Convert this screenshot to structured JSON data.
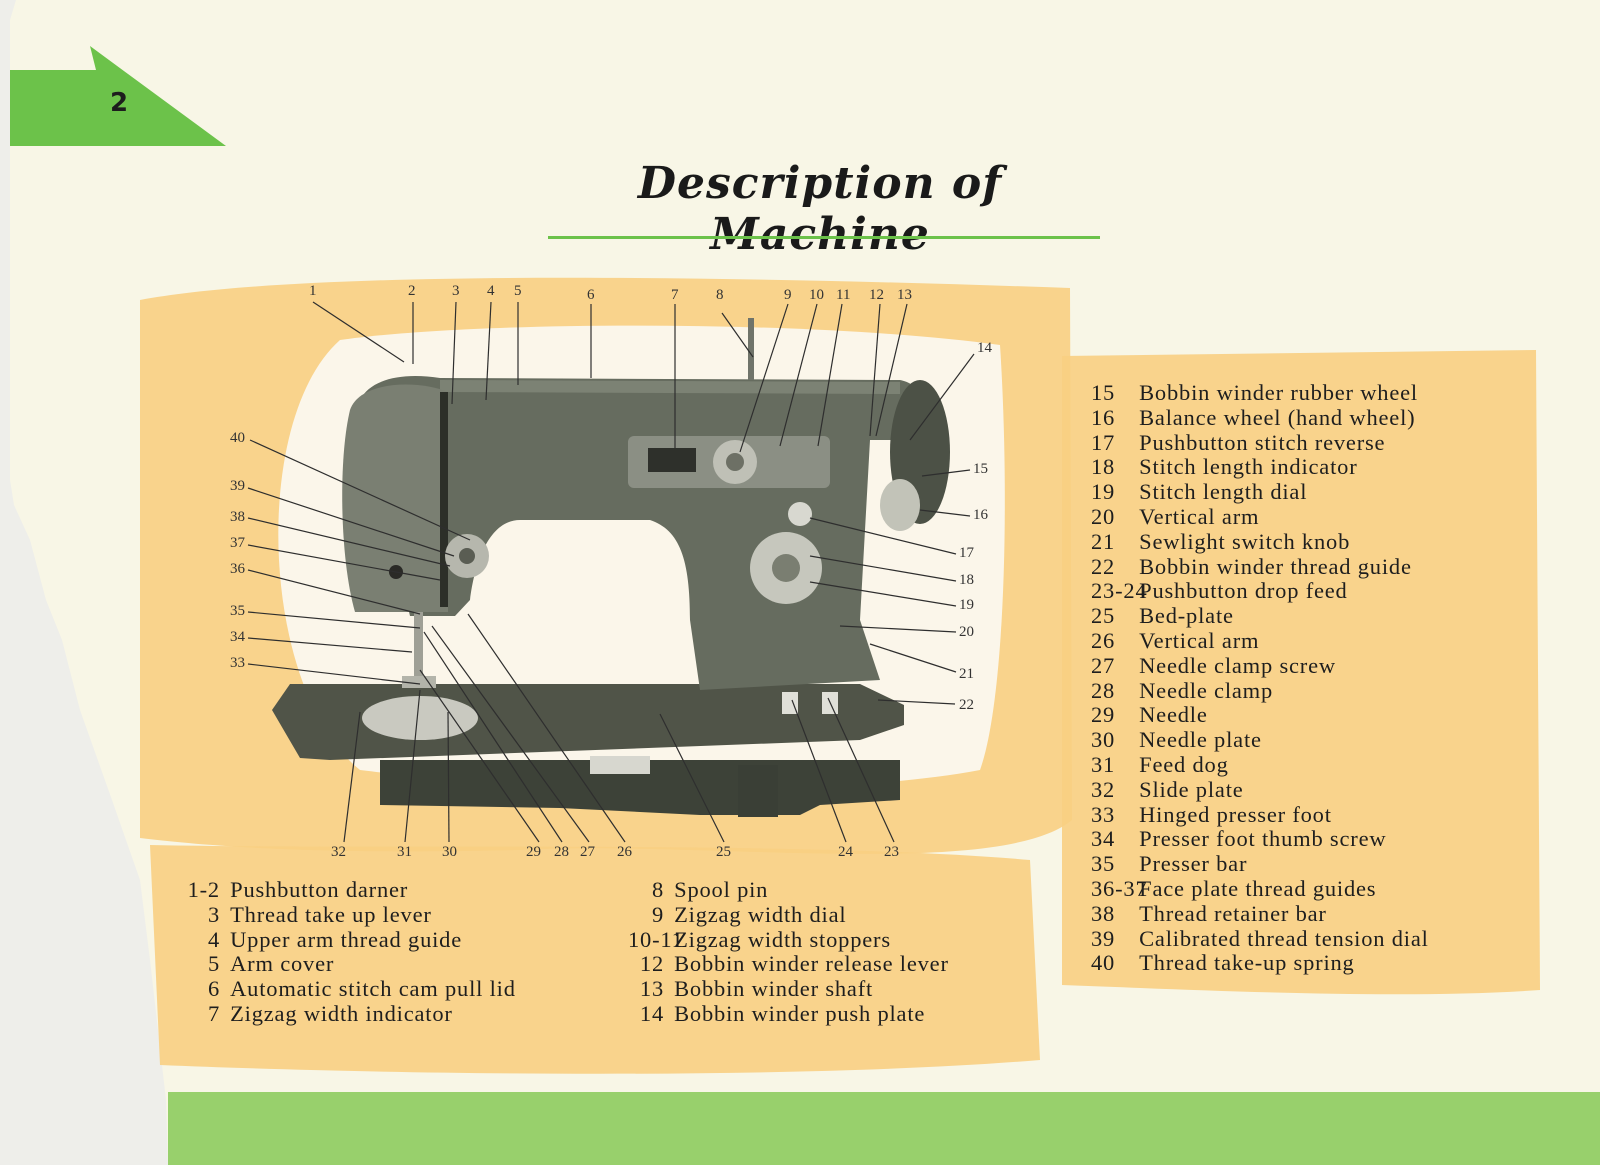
{
  "page": {
    "number": "2",
    "title": "Description of Machine",
    "accent_green": "#6cc24a",
    "wash_yellow": "#f8cf82",
    "paper": "#f8f6e6"
  },
  "figure": {
    "callouts": [
      "1",
      "2",
      "3",
      "4",
      "5",
      "6",
      "7",
      "8",
      "9",
      "10",
      "11",
      "12",
      "13",
      "14",
      "15",
      "16",
      "17",
      "18",
      "19",
      "20",
      "21",
      "22",
      "23",
      "24",
      "25",
      "26",
      "27",
      "28",
      "29",
      "30",
      "31",
      "32",
      "33",
      "34",
      "35",
      "36",
      "37",
      "38",
      "39",
      "40"
    ]
  },
  "legend": {
    "col_a": [
      {
        "num": "1-2",
        "text": "Pushbutton darner"
      },
      {
        "num": "3",
        "text": "Thread take up lever"
      },
      {
        "num": "4",
        "text": "Upper arm thread guide"
      },
      {
        "num": "5",
        "text": "Arm cover"
      },
      {
        "num": "6",
        "text": "Automatic stitch cam pull lid"
      },
      {
        "num": "7",
        "text": "Zigzag width indicator"
      }
    ],
    "col_b": [
      {
        "num": "8",
        "text": "Spool pin"
      },
      {
        "num": "9",
        "text": "Zigzag width dial"
      },
      {
        "num": "10-11",
        "text": "Zigzag width stoppers"
      },
      {
        "num": "12",
        "text": "Bobbin winder release lever"
      },
      {
        "num": "13",
        "text": "Bobbin winder shaft"
      },
      {
        "num": "14",
        "text": "Bobbin winder push plate"
      }
    ],
    "col_c": [
      {
        "num": "15",
        "text": "Bobbin winder rubber wheel"
      },
      {
        "num": "16",
        "text": "Balance wheel (hand wheel)"
      },
      {
        "num": "17",
        "text": "Pushbutton stitch reverse"
      },
      {
        "num": "18",
        "text": "Stitch length indicator"
      },
      {
        "num": "19",
        "text": "Stitch length dial"
      },
      {
        "num": "20",
        "text": "Vertical arm"
      },
      {
        "num": "21",
        "text": "Sewlight switch knob"
      },
      {
        "num": "22",
        "text": "Bobbin winder thread guide"
      },
      {
        "num": "23-24",
        "text": "Pushbutton drop feed"
      },
      {
        "num": "25",
        "text": "Bed-plate"
      },
      {
        "num": "26",
        "text": "Vertical arm"
      },
      {
        "num": "27",
        "text": "Needle clamp screw"
      },
      {
        "num": "28",
        "text": "Needle clamp"
      },
      {
        "num": "29",
        "text": "Needle"
      },
      {
        "num": "30",
        "text": "Needle plate"
      },
      {
        "num": "31",
        "text": "Feed dog"
      },
      {
        "num": "32",
        "text": "Slide plate"
      },
      {
        "num": "33",
        "text": "Hinged presser foot"
      },
      {
        "num": "34",
        "text": "Presser foot thumb screw"
      },
      {
        "num": "35",
        "text": "Presser bar"
      },
      {
        "num": "36-37",
        "text": "Face plate thread guides"
      },
      {
        "num": "38",
        "text": "Thread retainer bar"
      },
      {
        "num": "39",
        "text": "Calibrated thread tension dial"
      },
      {
        "num": "40",
        "text": "Thread take-up spring"
      }
    ]
  }
}
